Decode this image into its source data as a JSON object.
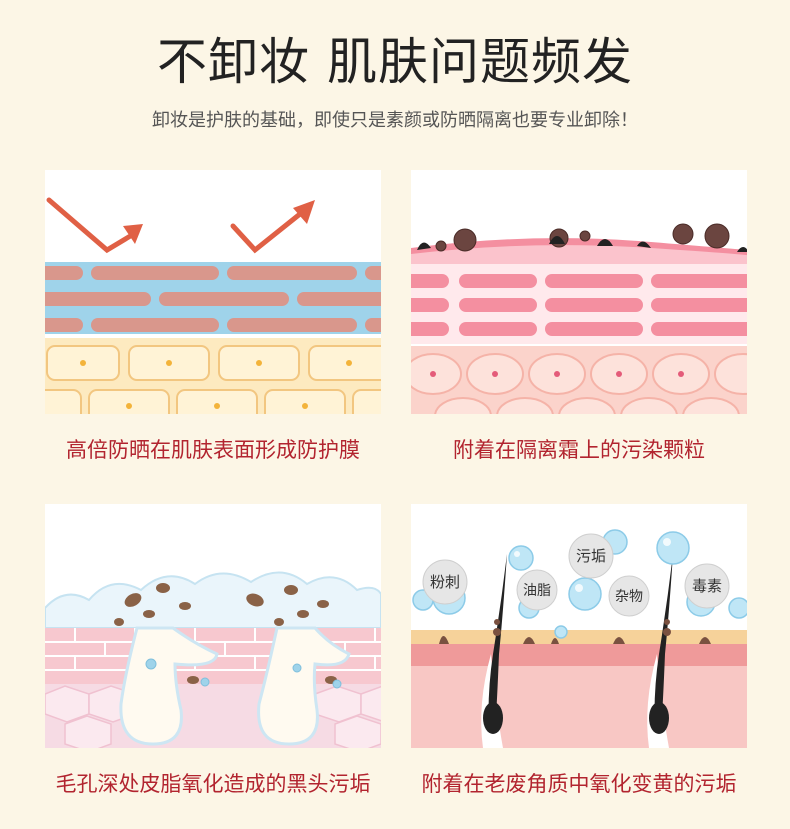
{
  "header": {
    "title": "不卸妆  肌肤问题频发",
    "subtitle": "卸妆是护肤的基础，即使只是素颜或防晒隔离也要专业卸除！"
  },
  "panels": [
    {
      "caption": "高倍防晒在肌肤表面形成防护膜"
    },
    {
      "caption": "附着在隔离霜上的污染颗粒"
    },
    {
      "caption": "毛孔深处皮脂氧化造成的黑头污垢"
    },
    {
      "caption": "附着在老废角质中氧化变黄的污垢",
      "bubbles": [
        "粉刺",
        "油脂",
        "污垢",
        "杂物",
        "毒素"
      ]
    }
  ],
  "colors": {
    "background": "#fcf6e6",
    "caption": "#b2242f",
    "arrow": "#e06045",
    "skin_pink": "#f48fa0",
    "hair": "#222222"
  }
}
